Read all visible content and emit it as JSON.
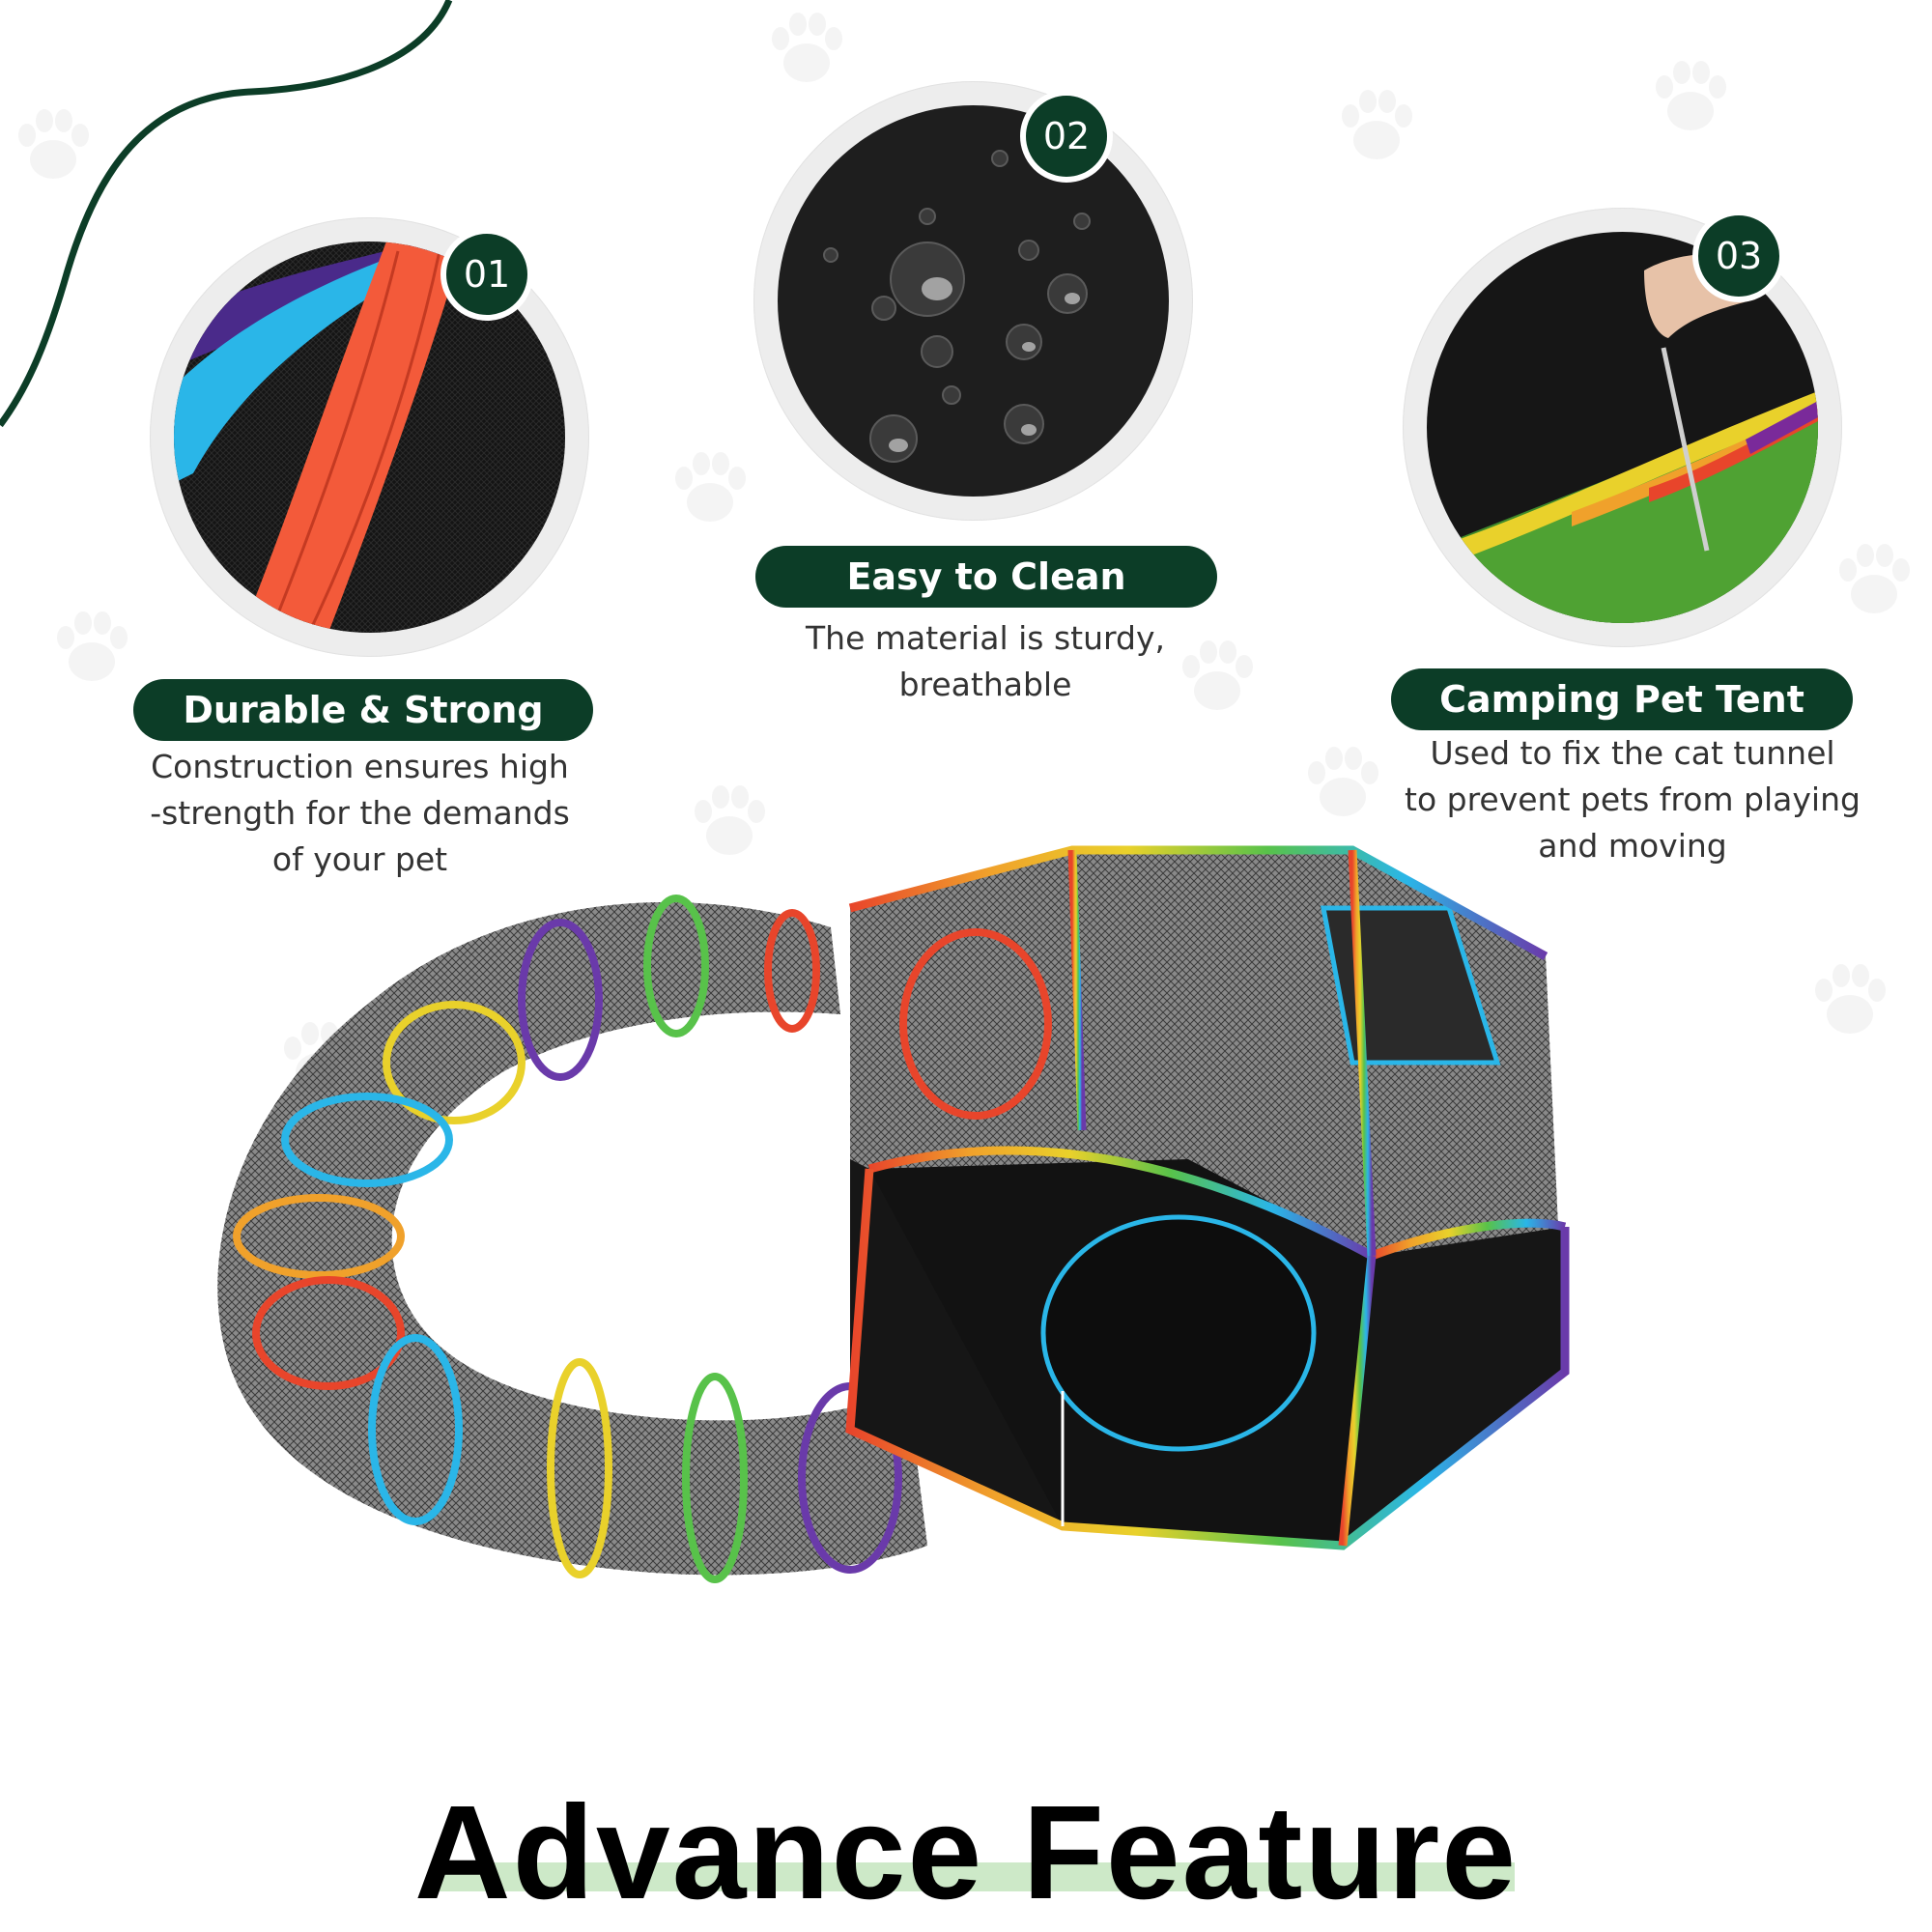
{
  "features": [
    {
      "number": "01",
      "title": "Durable & Strong",
      "description_lines": [
        "Construction ensures high",
        "-strength for the demands",
        "of your pet"
      ]
    },
    {
      "number": "02",
      "title": "Easy to Clean",
      "description_lines": [
        "The material is sturdy,",
        "breathable"
      ]
    },
    {
      "number": "03",
      "title": "Camping Pet Tent",
      "description_lines": [
        "Used to fix the cat tunnel",
        "to prevent pets from playing",
        "and moving"
      ]
    }
  ],
  "headline": "Advance Feature",
  "colors": {
    "brand_green": "#0c3d27",
    "underline_green": "#cde9c8",
    "fabric_black": "#161616"
  }
}
